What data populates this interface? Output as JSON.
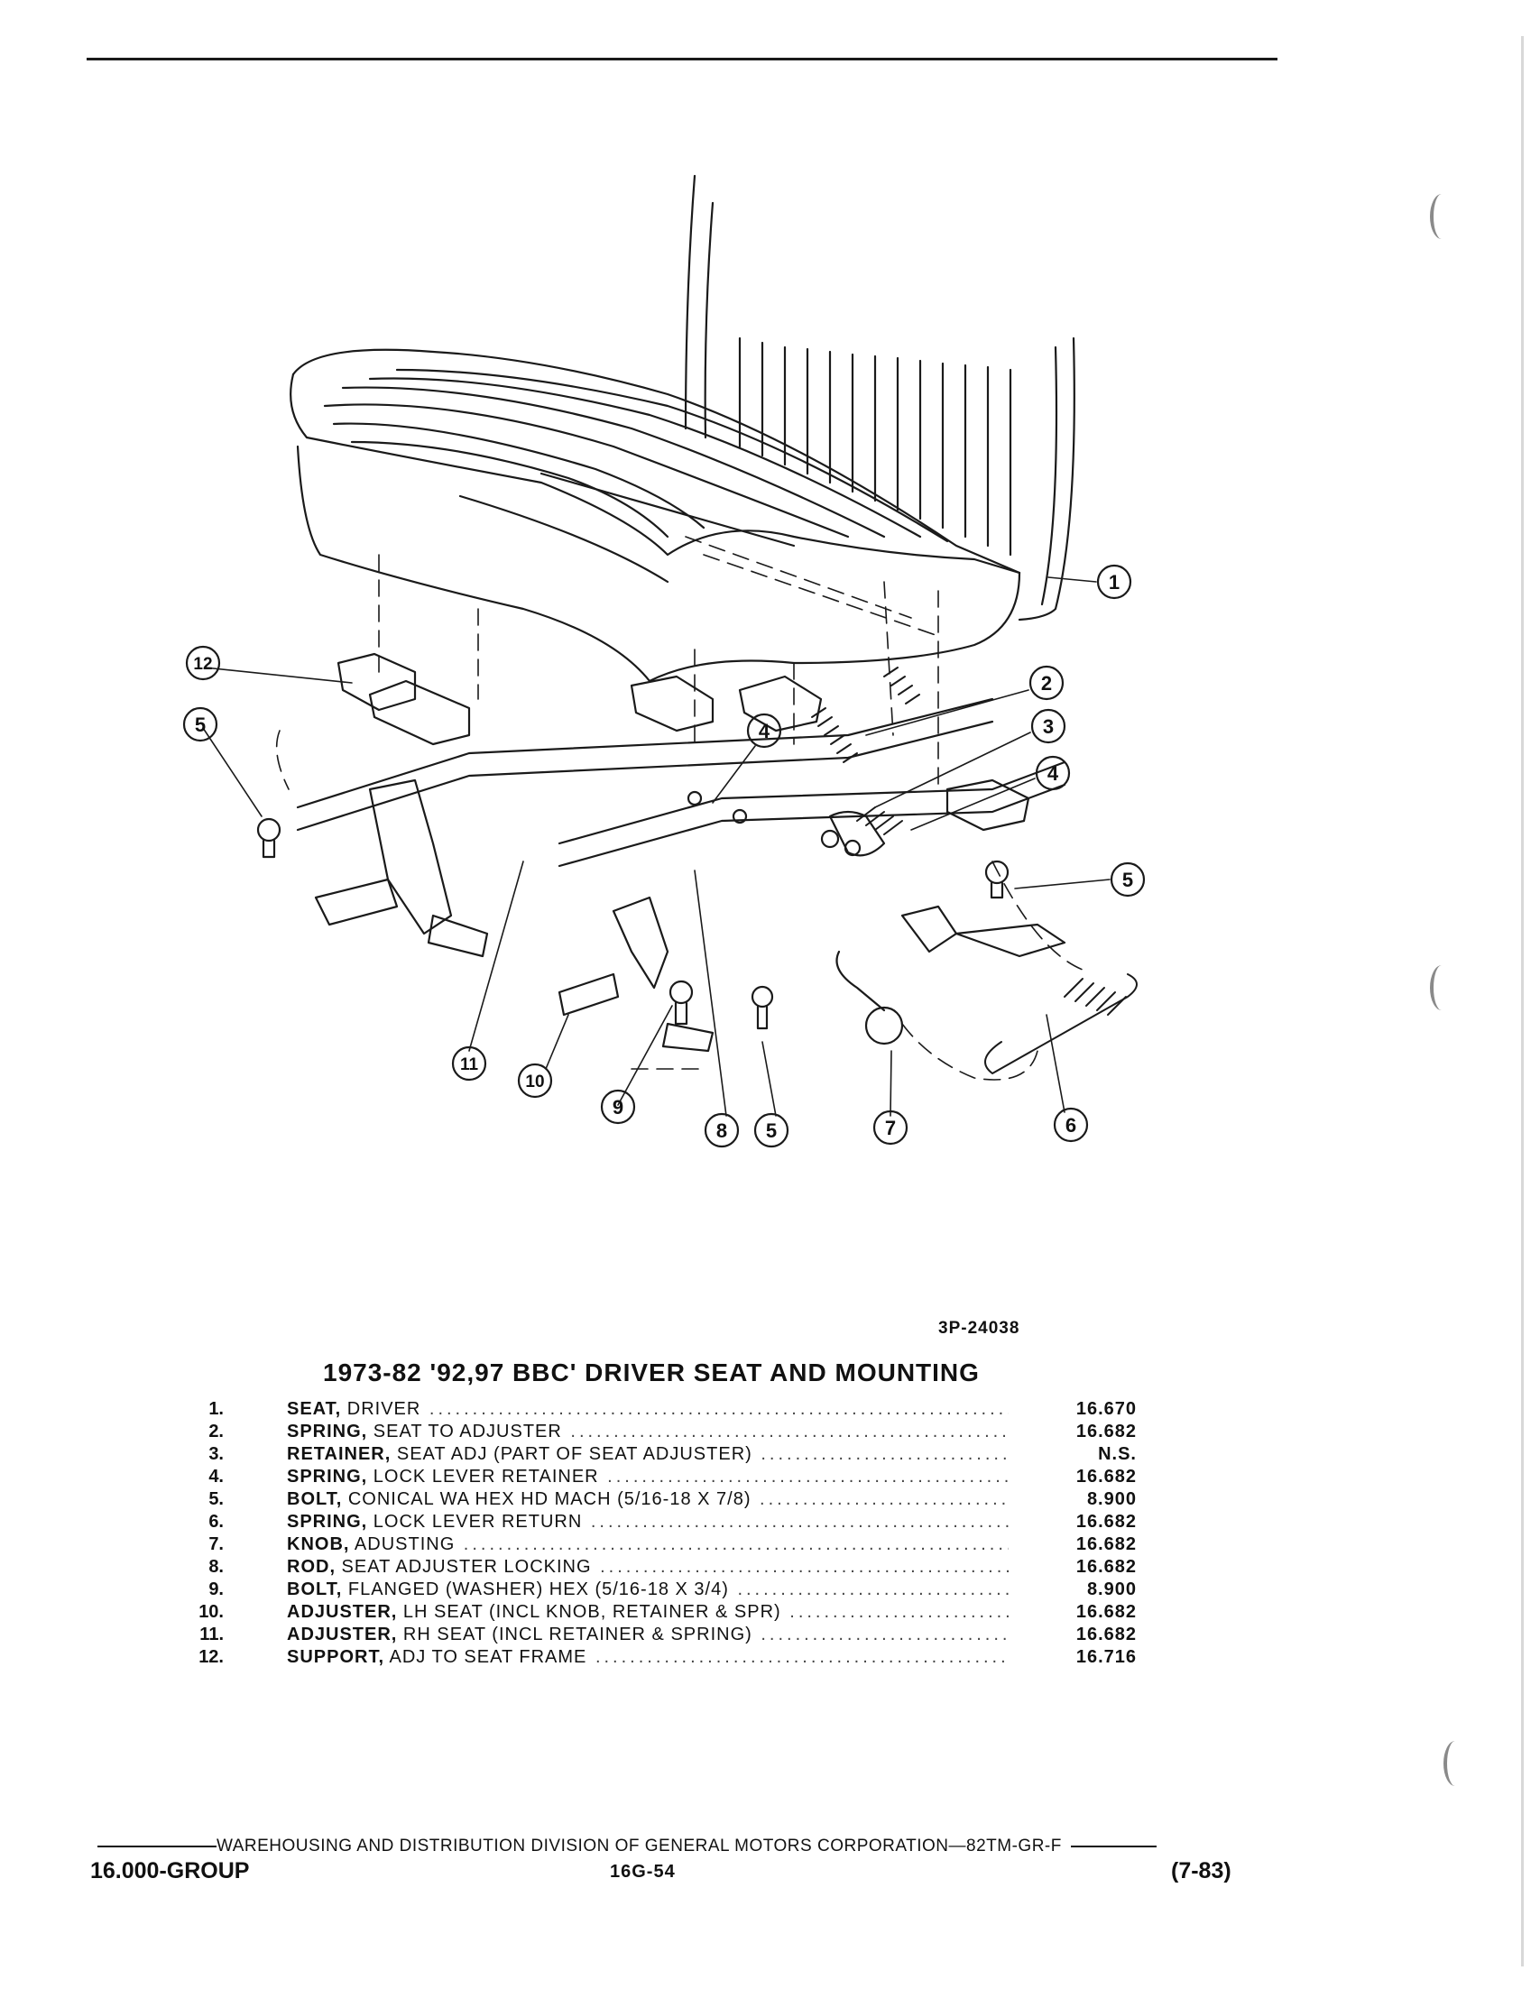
{
  "figure_code": "3P-24038",
  "title": "1973-82 '92,97 BBC' DRIVER SEAT AND MOUNTING",
  "callouts": [
    "1",
    "2",
    "3",
    "4",
    "5",
    "6",
    "7",
    "8",
    "9",
    "10",
    "11",
    "12"
  ],
  "parts": [
    {
      "num": "1.",
      "name": "SEAT,",
      "desc": " DRIVER",
      "group": "16.670"
    },
    {
      "num": "2.",
      "name": "SPRING,",
      "desc": " SEAT TO ADJUSTER",
      "group": "16.682"
    },
    {
      "num": "3.",
      "name": "RETAINER,",
      "desc": " SEAT ADJ (PART OF SEAT ADJUSTER)",
      "group": "N.S."
    },
    {
      "num": "4.",
      "name": "SPRING,",
      "desc": " LOCK LEVER RETAINER",
      "group": "16.682"
    },
    {
      "num": "5.",
      "name": "BOLT,",
      "desc": " CONICAL WA HEX HD MACH (5/16-18 X 7/8)",
      "group": "8.900"
    },
    {
      "num": "6.",
      "name": "SPRING,",
      "desc": " LOCK LEVER RETURN",
      "group": "16.682"
    },
    {
      "num": "7.",
      "name": "KNOB,",
      "desc": " ADUSTING",
      "group": "16.682"
    },
    {
      "num": "8.",
      "name": "ROD,",
      "desc": " SEAT ADJUSTER LOCKING",
      "group": "16.682"
    },
    {
      "num": "9.",
      "name": "BOLT,",
      "desc": " FLANGED (WASHER) HEX (5/16-18 X 3/4)",
      "group": "8.900"
    },
    {
      "num": "10.",
      "name": "ADJUSTER,",
      "desc": " LH SEAT (INCL KNOB, RETAINER & SPR)",
      "group": "16.682"
    },
    {
      "num": "11.",
      "name": "ADJUSTER,",
      "desc": " RH SEAT (INCL RETAINER & SPRING)",
      "group": "16.682"
    },
    {
      "num": "12.",
      "name": "SUPPORT,",
      "desc": " ADJ TO SEAT FRAME",
      "group": "16.716"
    }
  ],
  "footer": {
    "division": "WAREHOUSING AND DISTRIBUTION  DIVISION OF GENERAL MOTORS CORPORATION—82TM-GR-F",
    "group": "16.000-GROUP",
    "page": "16G-54",
    "date": "(7-83)"
  }
}
